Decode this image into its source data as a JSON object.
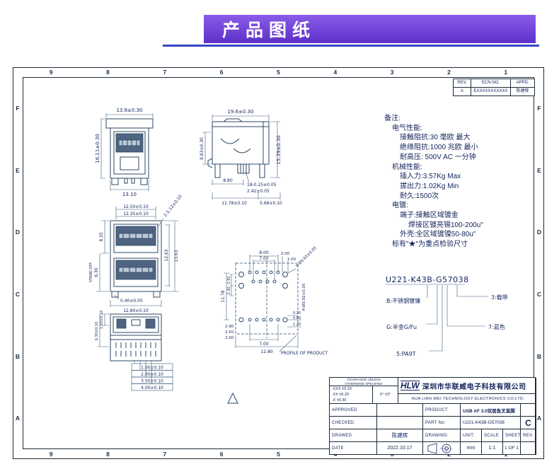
{
  "banner": {
    "title": "产品图纸",
    "bg_top": "#8a5ce8",
    "bg_bottom": "#5c30c8",
    "underline_color": "#3746c3"
  },
  "grid": {
    "cols": [
      "9",
      "8",
      "7",
      "6",
      "5",
      "4",
      "3",
      "2",
      "1"
    ],
    "rows": [
      "F",
      "E",
      "D",
      "C",
      "B",
      "A"
    ]
  },
  "ecn": {
    "headers": [
      "REV.",
      "ECN.NO.",
      "APPD."
    ],
    "values": [
      "A",
      "EXXXXXXXXXXX",
      "陈建辉"
    ]
  },
  "notes": {
    "lines": [
      "备注:",
      "电气性能:",
      "接触阻抗:30 毫欧 最大",
      "绝缘阻抗:1000 兆欧 最小",
      "耐高压: 500V AC 一分钟",
      "机械性能:",
      "插入力:3.57Kg Max",
      "拔出力:1.02Kg Min",
      "耐久:1500次",
      "电镀:",
      "端子:接触区域镀金",
      "焊接区镀亮锡100-200u\"",
      "外壳:全区域镀镍50-80u\"",
      "标有\"★\"为重点检验尺寸"
    ]
  },
  "callout": {
    "part_number": "U221-K43B-G57038",
    "b": "B:不锈钢镀镍",
    "g": "G:半金G/Fu",
    "five": "5:PA9T",
    "three": "3:载带",
    "seven": "7:蓝色"
  },
  "views": {
    "front": {
      "dim_width_top": "13.8±0.30",
      "dim_height_left": "16.11±0.30",
      "dim_width_bottom": "13.10"
    },
    "side": {
      "dim_length_top": "19.6±0.30",
      "dim_height_right": "15.39±0.30",
      "dim_height_left": "8.83±0.30",
      "dim_bottom_left": "8.80",
      "pin_note": "18-0.25±0.05",
      "pin_pitch": "2.42±0.05",
      "dim_bottom": "11.78±0.10",
      "dim_bottom_right": "5.68±0.10"
    },
    "stacked": {
      "dim_top_outer": "12.50±0.10",
      "dim_top_inner": "12.35±0.10",
      "dim_corner": "2-5.12±0.10",
      "dim_right_outer": "13.63",
      "dim_right_inner": "12.63",
      "dim_left_upper": "8.35",
      "standoff_label": "STAND OFF",
      "dim_left_lower": "6.30",
      "dim_foot": "0.40±0.05",
      "dim_bottom": "12.80±0.10"
    },
    "footprint": {
      "dim_top_1": "8.00",
      "dim_top_2": "7.00",
      "dim_top_3": "2.00",
      "dim_top_4": "1.00",
      "hole_small": "9-Ø0.65±0.05",
      "hole_large": "4-Ø0.92±0.05",
      "dim_left_1": "11.78",
      "dim_left_2": "2.92",
      "dim_left_3": "2.30",
      "dim_right_1": "0.20",
      "dim_right_2": "0.60",
      "dim_right_3": "1.20",
      "dim_bl_1": "2.90",
      "dim_bl_2": "2.50",
      "dim_bl_3": "2.00",
      "dim_bottom_1": "7.00",
      "dim_bottom_2": "12.80",
      "profile_label": "PROFILE OF PRODUCT"
    },
    "bottomview": {
      "dim_left_1": "1.50±0.10",
      "dim_left_2": "6.30±0.10",
      "dim_rows": [
        "1.00±0.10",
        "2.00±0.10",
        "3.50±0.10",
        "4.00±0.10"
      ]
    }
  },
  "tolerance": {
    "header1": "TOLERANCE UNLESS",
    "header2": "OTHERWISE SPECIFIED",
    "row1": ".XXX ±0.10",
    "row2": ".XX ±0.20",
    "row3": ".X ±0.30",
    "angle": "X° ±3°"
  },
  "title_block": {
    "logo": "HLW",
    "company_cn": "深圳市华联威电子科技有限公司",
    "company_en": "HUA LIAN WEI TECHNOLOGY ELECTRONICS CO;LTD.",
    "approved_label": "APPROVED",
    "checked_label": "CHECKED",
    "drawed_label": "DRAWED",
    "date_label": "DATE",
    "drawed_value": "陈建辉",
    "date_value": "2022.10.17",
    "product_label": "PRODUCT:",
    "product_value": "USB AF 3.0双层鱼叉直脚",
    "part_label": "PART No:",
    "part_value": "U221-K43B-G57038",
    "drawing_label": "DRAWING:",
    "unit_label": "UNIT:",
    "unit_value": "mm",
    "scale_label": "SCALE",
    "scale_value": "1:1",
    "sheet_label": "SHEET",
    "sheet_value": "1 OF 1",
    "rev_label": "REV.",
    "rev_value": "C"
  }
}
